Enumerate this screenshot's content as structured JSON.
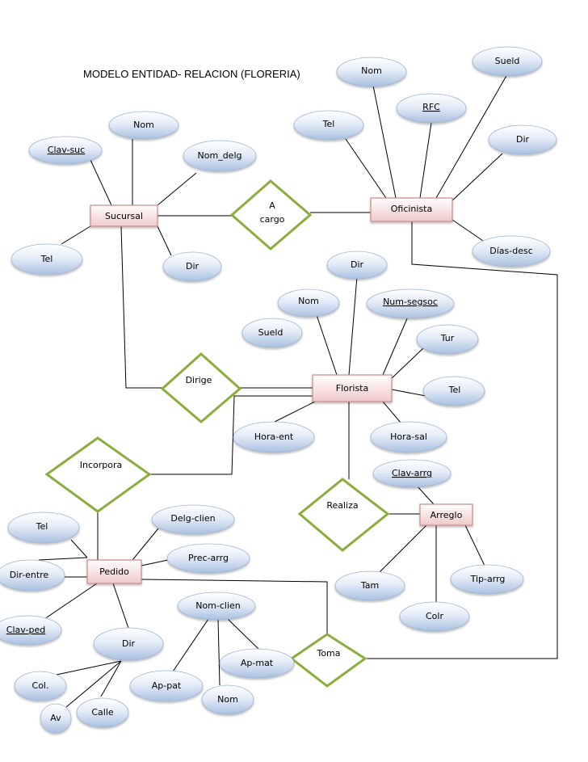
{
  "title": "MODELO ENTIDAD- RELACION (FLORERIA)",
  "entities": {
    "sucursal": "Sucursal",
    "oficinista": "Oficinista",
    "florista": "Florista",
    "arreglo": "Arreglo",
    "pedido": "Pedido"
  },
  "relationships": {
    "a_cargo": [
      "A",
      "cargo"
    ],
    "dirige": "Dirige",
    "incorpora": "Incorpora",
    "realiza": "Realiza",
    "toma": "Toma"
  },
  "attributes": {
    "sucursal": {
      "clav_suc": "Clav-suc",
      "nom": "Nom",
      "nom_delg": "Nom_delg",
      "tel": "Tel",
      "dir": "Dir"
    },
    "oficinista": {
      "nom": "Nom",
      "sueld": "Sueld",
      "rfc": "RFC",
      "tel": "Tel",
      "dir": "Dir",
      "dias_desc": "Días-desc"
    },
    "florista": {
      "dir": "Dir",
      "nom": "Nom",
      "num_segsoc": "Num-segsoc",
      "sueld": "Sueld",
      "tur": "Tur",
      "tel": "Tel",
      "hora_ent": "Hora-ent",
      "hora_sal": "Hora-sal"
    },
    "arreglo": {
      "clav_arrg": "Clav-arrg",
      "tam": "Tam",
      "colr": "Colr",
      "tip_arrg": "Tip-arrg"
    },
    "pedido": {
      "tel": "Tel",
      "delg_clien": "Delg-clien",
      "prec_arrg": "Prec-arrg",
      "dir_entre": "Dir-entre",
      "clav_ped": "Clav-ped",
      "dir": "Dir",
      "nom_clien": "Nom-clien",
      "ap_mat": "Ap-mat",
      "ap_pat": "Ap-pat",
      "nom": "Nom",
      "col": "Col.",
      "calle": "Calle",
      "av": "Av"
    }
  },
  "colors": {
    "entity_border": "#c98a8a",
    "relationship_border": "#8aae3e",
    "attribute_fill": "#c9d7ec"
  }
}
